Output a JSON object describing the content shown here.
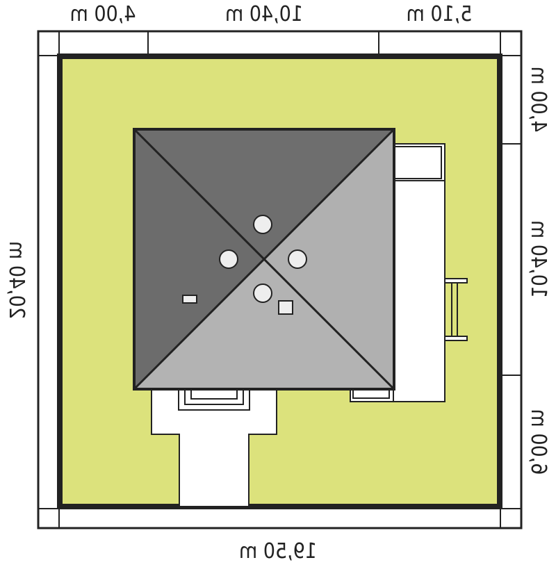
{
  "colors": {
    "plot": "#dce27c",
    "roof_dark": "#6e6e6e",
    "roof_light": "#b0b0b0",
    "outline": "#222222",
    "paved": "#ffffff"
  },
  "dimensions": {
    "top": [
      "4,00 m",
      "10,40 m",
      "5,10 m"
    ],
    "right": [
      "4,00 m",
      "10,40 m",
      "6,00 m"
    ],
    "left": "20,40 m",
    "bottom": "19,50 m"
  }
}
